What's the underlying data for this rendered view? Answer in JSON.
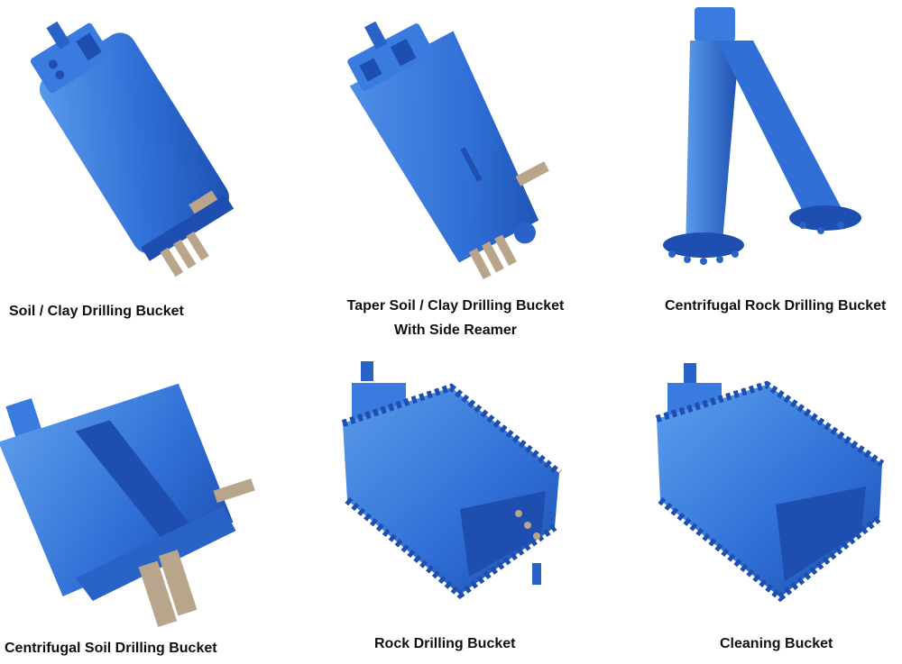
{
  "products": [
    {
      "name": "Soil / Clay Drilling Bucket",
      "image": "soil-clay-drilling-bucket-photo"
    },
    {
      "name": "Taper Soil / Clay Drilling Bucket",
      "name_line2": "With Side Reamer",
      "image": "taper-soil-clay-drilling-bucket-photo"
    },
    {
      "name": "Centrifugal Rock Drilling Bucket",
      "image": "centrifugal-rock-drilling-bucket-photo"
    },
    {
      "name": "Centrifugal Soil Drilling Bucket",
      "image": "centrifugal-soil-drilling-bucket-photo"
    },
    {
      "name": "Rock Drilling Bucket",
      "image": "rock-drilling-bucket-photo"
    },
    {
      "name": "Cleaning Bucket",
      "image": "cleaning-bucket-photo"
    }
  ],
  "colors": {
    "bucket_blue": "#2f6fd6",
    "bucket_dark": "#1e4fb0",
    "bucket_light": "#5a9bea",
    "teeth_metal": "#b9a58c",
    "background": "#ffffff"
  }
}
